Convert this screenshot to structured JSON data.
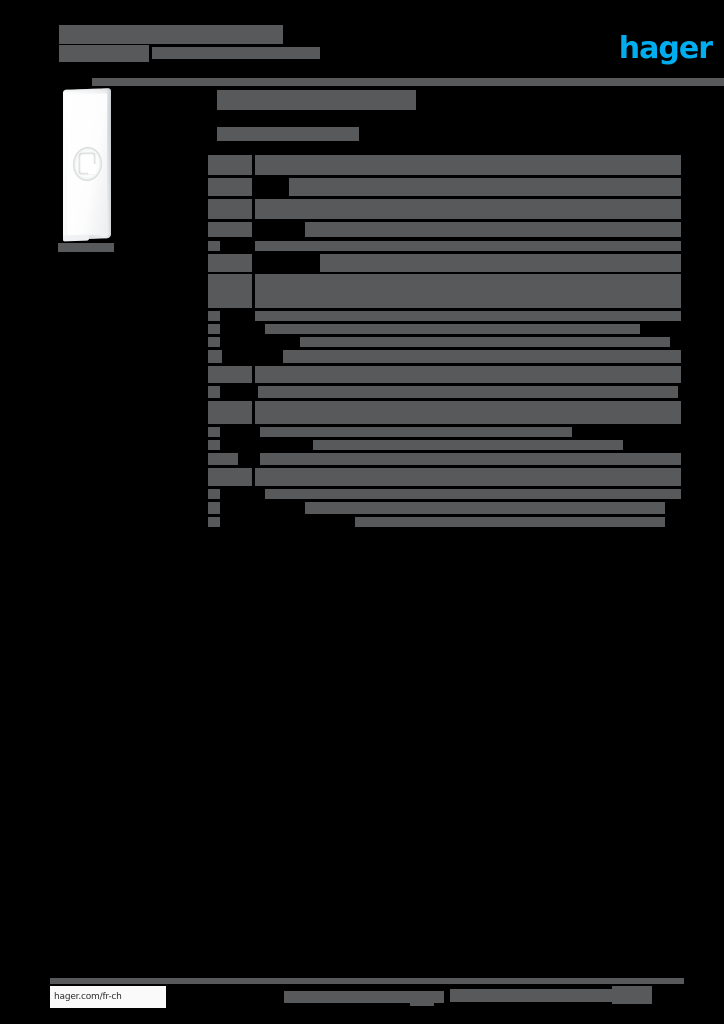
{
  "document": {
    "title_line1": "▮▮▮▮▮ ▮▮▮▮▮▮▮▮▮▮ ▮▮",
    "title_line2": "▮▮▮▮▮▮",
    "subtitle": "▮ ▮▮▮▮▮▮▮ ▮▮▮▮▮▮",
    "brand": "hager",
    "brand_color": "#00AEEF"
  },
  "product": {
    "image_caption": "▮▮▮▮▮▮▮▮",
    "image_alt": "cover-plate-with-oval-aperture"
  },
  "main": {
    "section_title": "▮▮▮▮▮▮ ▮▮▮▮▮ ▮▮▮▮▮▮",
    "section_subtitle": "▮▮▮▮▮▮▮▮▮ ▮▮▮▮▮▮▮"
  },
  "spec_table": {
    "rows": [
      {
        "label": "▮▮▮▮▮▮▮▮▮▮",
        "value": "▮▮▮▮▮▮▮▮▮▮▮▮▮▮▮▮▮▮▮▮▮▮▮▮▮▮▮▮▮▮▮▮▮▮▮▮▮▮▮▮▮▮"
      },
      {
        "label": "▮▮▮▮▮▮▮▮▮▮",
        "value": "▮▮▮▮▮▮▮▮▮▮▮▮▮▮▮▮▮▮▮▮▮▮▮▮▮▮▮▮▮▮▮▮▮▮▮▮▮"
      },
      {
        "label": "▮▮▮▮▮▮",
        "value": "▮▮▮▮▮▮▮▮▮▮▮▮▮▮▮▮▮▮▮▮▮▮▮▮▮▮▮▮▮▮▮▮▮▮▮▮▮▮▮▮▮▮▮"
      },
      {
        "label": "▮▮▮ ▮▮ ▮▮▮▮",
        "value": "▮▮▮▮▮▮▮▮▮▮▮▮▮▮▮▮▮▮▮▮▮▮▮▮▮▮▮▮▮▮▮▮▮▮"
      },
      {
        "label": "▮▮▮▮▮▮▮▮▮",
        "value": "▮▮▮▮▮▮▮▮▮▮▮▮▮▮▮▮▮▮▮▮▮▮▮▮▮▮▮▮▮▮▮▮▮▮▮▮▮▮▮▮▮"
      },
      {
        "label": "▮▮▮▮▮▮▮▮▮",
        "value": "▮▮▮▮▮▮▮▮▮▮▮▮▮▮▮▮▮▮▮▮▮▮▮▮▮▮▮▮▮▮▮▮▮▮▮▮▮▮▮▮▮▮"
      },
      {
        "label": "▮▮▮▮▮▮▮▮",
        "value": "▮▮▮▮▮▮▮▮▮▮▮▮▮▮▮▮▮▮▮▮▮▮▮▮▮▮▮▮▮▮▮▮▮▮▮▮▮▮▮"
      },
      {
        "label": "▮▮▮▮▮▮▮",
        "value": "▮▮▮▮▮▮▮▮▮▮▮▮▮▮▮▮▮▮▮▮▮▮▮▮▮▮▮▮▮▮▮▮▮▮▮▮"
      },
      {
        "label": "▮▮▮▮▮▮▮▮▮▮▮",
        "value": "▮▮▮▮▮▮▮▮▮▮▮▮▮▮▮▮▮▮▮▮▮▮▮▮▮▮▮▮▮▮▮▮▮▮▮▮▮▮▮▮▮▮▮"
      },
      {
        "label": "▮▮▮▮▮▮",
        "value": "▮▮▮▮▮▮▮▮▮▮▮▮▮▮▮▮▮▮▮▮▮▮▮▮▮▮▮▮▮▮▮▮▮▮▮▮▮▮"
      },
      {
        "label": "▮▮▮▮▮▮▮▮▮▮▮▮",
        "value": "▮▮▮▮▮▮▮▮▮▮▮▮▮▮▮▮▮▮▮▮▮▮▮▮▮▮▮▮▮▮▮▮▮▮"
      },
      {
        "label": "▮▮▮▮▮▮▮",
        "value": "▮▮▮▮▮▮▮▮▮▮▮▮▮▮▮▮▮▮▮▮▮▮▮▮▮▮▮▮▮▮▮▮▮▮▮▮▮▮▮"
      },
      {
        "label": "▮▮▮ ▮ ▮▮▮▮",
        "value": "▮▮▮▮▮▮▮▮▮▮▮▮▮▮▮▮▮▮▮▮▮▮▮▮▮▮▮▮▮▮▮▮▮▮▮▮▮▮▮▮▮"
      },
      {
        "label": "▮▮▮▮▮▮▮▮▮▮",
        "value": "▮▮▮▮▮▮▮▮▮▮▮▮▮▮▮▮▮▮▮▮▮▮▮▮▮▮▮▮▮▮▮▮▮▮▮▮▮▮▮▮▮▮"
      },
      {
        "label": "▮▮▮▮▮▮▮",
        "value": "▮▮▮▮▮▮▮▮▮▮▮▮▮▮▮▮▮▮▮▮▮▮▮▮▮▮▮▮▮▮▮▮▮▮▮"
      },
      {
        "label": "▮▮▮▮▮▮▮▮",
        "value": "▮▮▮▮▮▮▮▮▮▮▮▮▮▮▮▮▮▮▮▮▮▮▮▮▮▮▮▮▮▮▮▮"
      }
    ]
  },
  "footer": {
    "url": "hager.com/fr-ch",
    "center_text": "▮▮▮▮▮▮▮ ▮▮▮▮▮▮▮▮",
    "center_text_2": "▮▮",
    "center_text_3": "▮▮▮▮▮▮▮▮ ▮▮▮▮▮▮▮▮▮▮",
    "page_number": "▮▮"
  }
}
